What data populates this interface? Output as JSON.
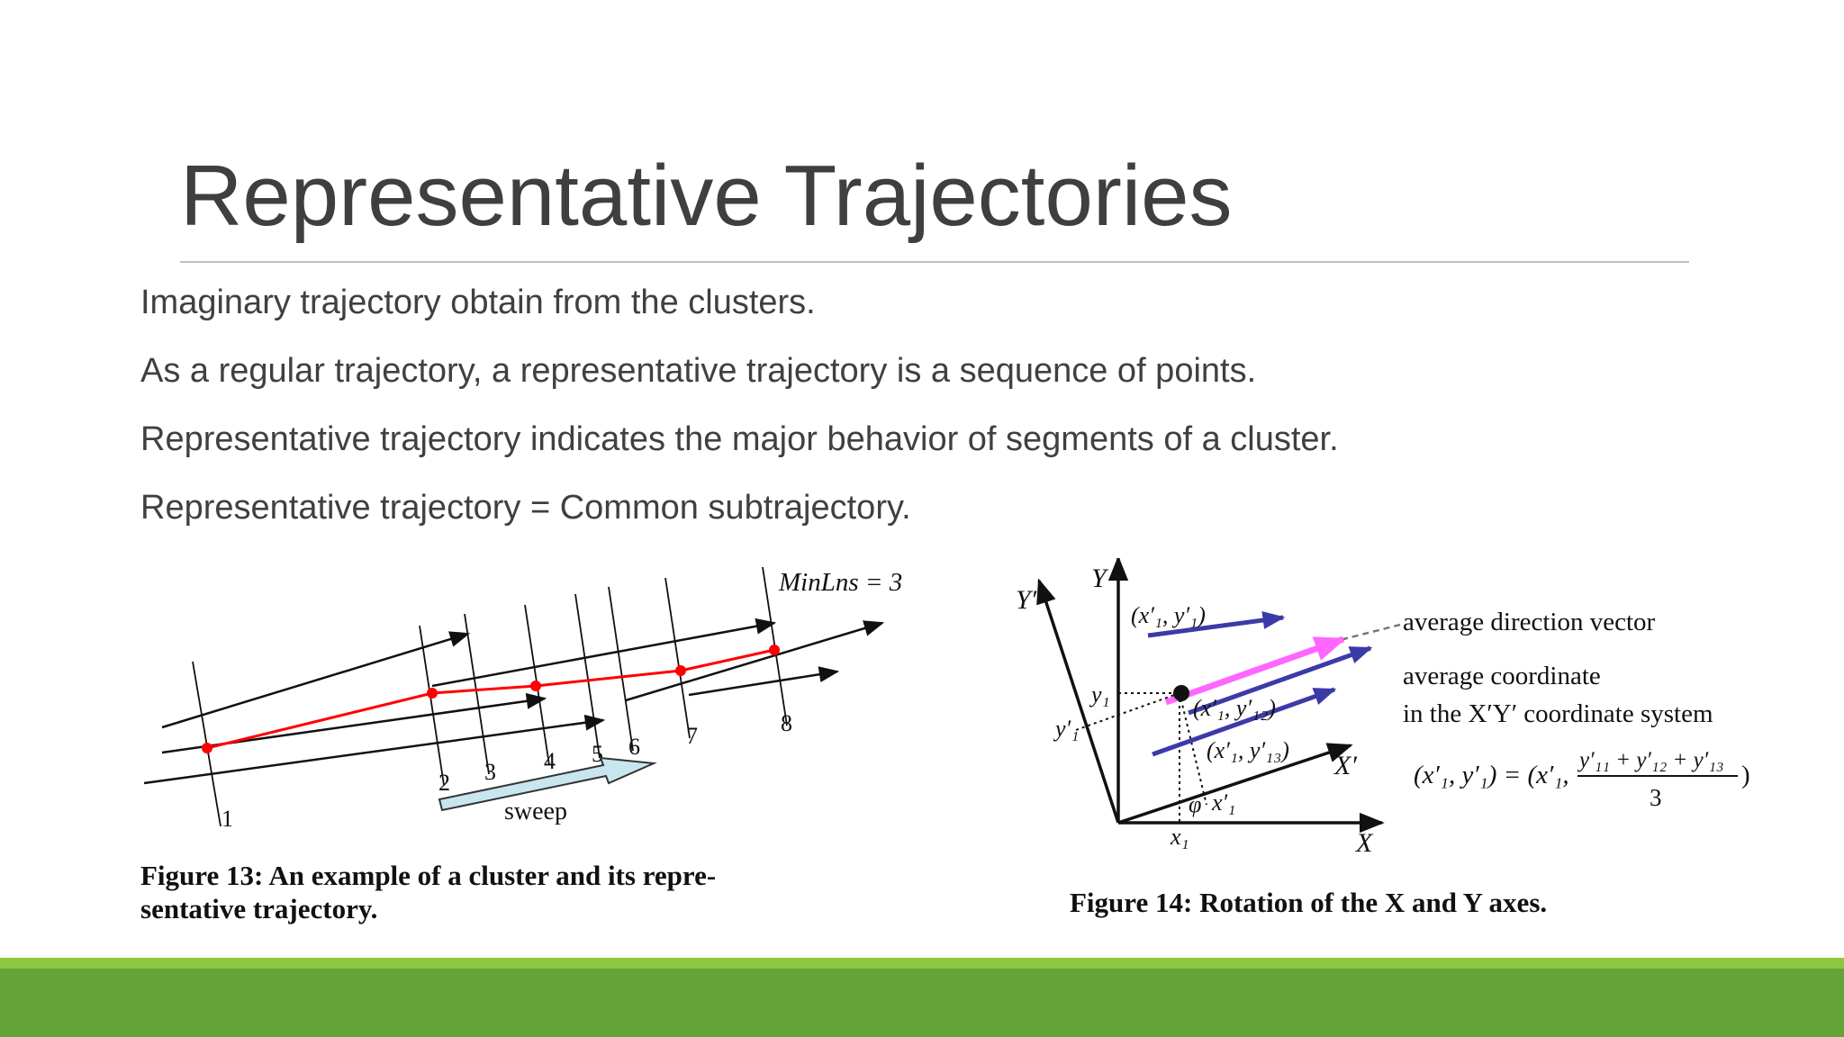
{
  "slide": {
    "title": "Representative Trajectories",
    "bullets": [
      "Imaginary trajectory obtain from the clusters.",
      "As a regular trajectory, a representative trajectory is a sequence of points.",
      "Representative trajectory indicates the major behavior of segments of a cluster.",
      "Representative trajectory = Common subtrajectory."
    ]
  },
  "figure13": {
    "caption_line1": "Figure 13:  An example of a cluster and its repre-",
    "caption_line2": "sentative trajectory.",
    "minlns_label": "MinLns = 3",
    "sweep_label": "sweep",
    "sweep_numbers": [
      "1",
      "2",
      "3",
      "4",
      "5",
      "6",
      "7",
      "8"
    ]
  },
  "figure14": {
    "caption": "Figure 14:  Rotation of the X and Y axes.",
    "axis_y": "Y",
    "axis_y_prime": "Y′",
    "axis_x": "X",
    "axis_x_prime": "X′",
    "label_top_vector": "(x′₁, y′₁)",
    "label_mid_vector": "(x′₁, y′₁₂)",
    "label_low_vector": "(x′₁, y′₁₃)",
    "label_y1": "y₁",
    "label_y1_prime": "y′₁",
    "label_x1": "x₁",
    "label_x1_prime": "x′₁",
    "label_phi": "φ",
    "avg_direction": "average direction vector",
    "avg_coord_line1": "average coordinate",
    "avg_coord_line2": "in the  X′Y′ coordinate system",
    "formula_lhs": "(x′₁, y′₁) = (x′₁,",
    "formula_numerator": "y′₁₁ + y′₁₂ + y′₁₃",
    "formula_denominator": "3",
    "formula_close": ")"
  },
  "colors": {
    "title": "#3f3f3f",
    "body_text": "#404040",
    "rule": "#bfbfbf",
    "band_light": "#8dc63f",
    "band_dark": "#64a338",
    "representative": "#ff0000",
    "vector_blue": "#3b3ba8",
    "vector_pink": "#ff66ff",
    "sweep_fill": "#c8e6ee"
  }
}
